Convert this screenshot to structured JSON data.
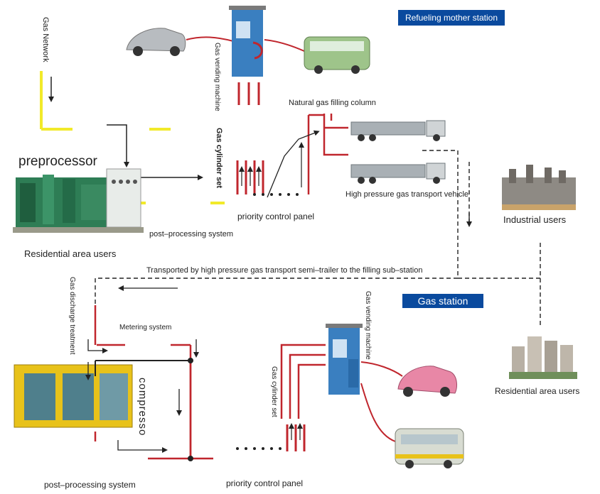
{
  "labels": {
    "refueling_mother_station": "Refueling mother station",
    "gas_network": "Gas Network",
    "gas_vending_machine_top": "Gas vending machine",
    "natural_gas_filling_column": "Natural gas filling column",
    "preprocessor": "preprocessor",
    "gas_cylinder_set_top": "Gas cylinder set",
    "high_pressure_vehicle": "High pressure gas transport vehicle",
    "industrial_users": "Industrial users",
    "priority_control_panel_top": "priority control panel",
    "post_processing_system_top": "post–processing system",
    "residential_area_users_top": "Residential area users",
    "transported_by": "Transported by high pressure gas transport semi–trailer to the filling sub–station",
    "gas_discharge_treatment": "Gas discharge treatment",
    "gas_station": "Gas station",
    "metering_system": "Metering system",
    "gas_vending_machine_bottom": "Gas vending machine",
    "compresso": "compresso",
    "gas_cylinder_set_bottom": "Gas cylinder set",
    "residential_area_users_right": "Residential area users",
    "post_processing_system_bottom": "post–processing system",
    "priority_control_panel_bottom": "priority control panel"
  },
  "colors": {
    "badge_blue": "#0a4a9e",
    "pipe_red": "#c0262d",
    "gas_yellow": "#f2ea2a",
    "machine_green": "#2e7d55",
    "container_yellow": "#e8c21a",
    "dispenser_blue": "#3a7fc0"
  }
}
